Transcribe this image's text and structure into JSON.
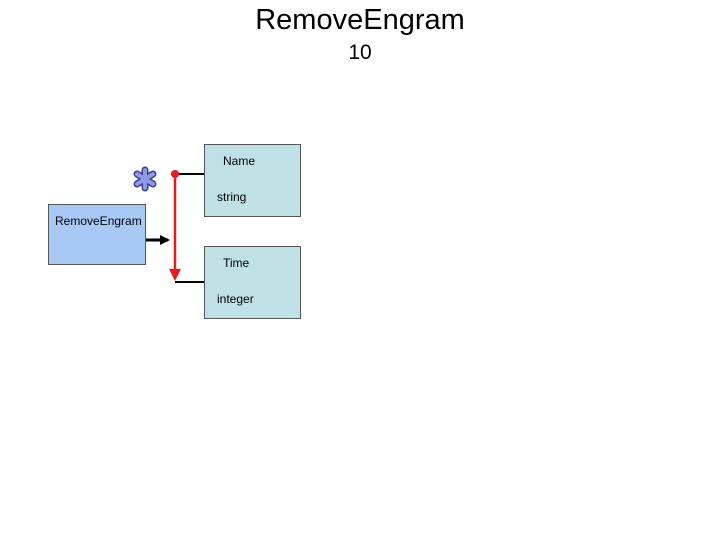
{
  "title": "RemoveEngram",
  "subtitle": "10",
  "source": {
    "label": "RemoveEngram"
  },
  "fields": [
    {
      "name": "Name",
      "type": "string"
    },
    {
      "name": "Time",
      "type": "integer"
    }
  ],
  "colors": {
    "source_fill": "#a8c9f5",
    "field_fill": "#bfe0e4",
    "sequence_line": "#e81b1b",
    "asterisk": "#7a86d6"
  },
  "icons": {
    "repeat_marker": "asterisk-icon"
  }
}
